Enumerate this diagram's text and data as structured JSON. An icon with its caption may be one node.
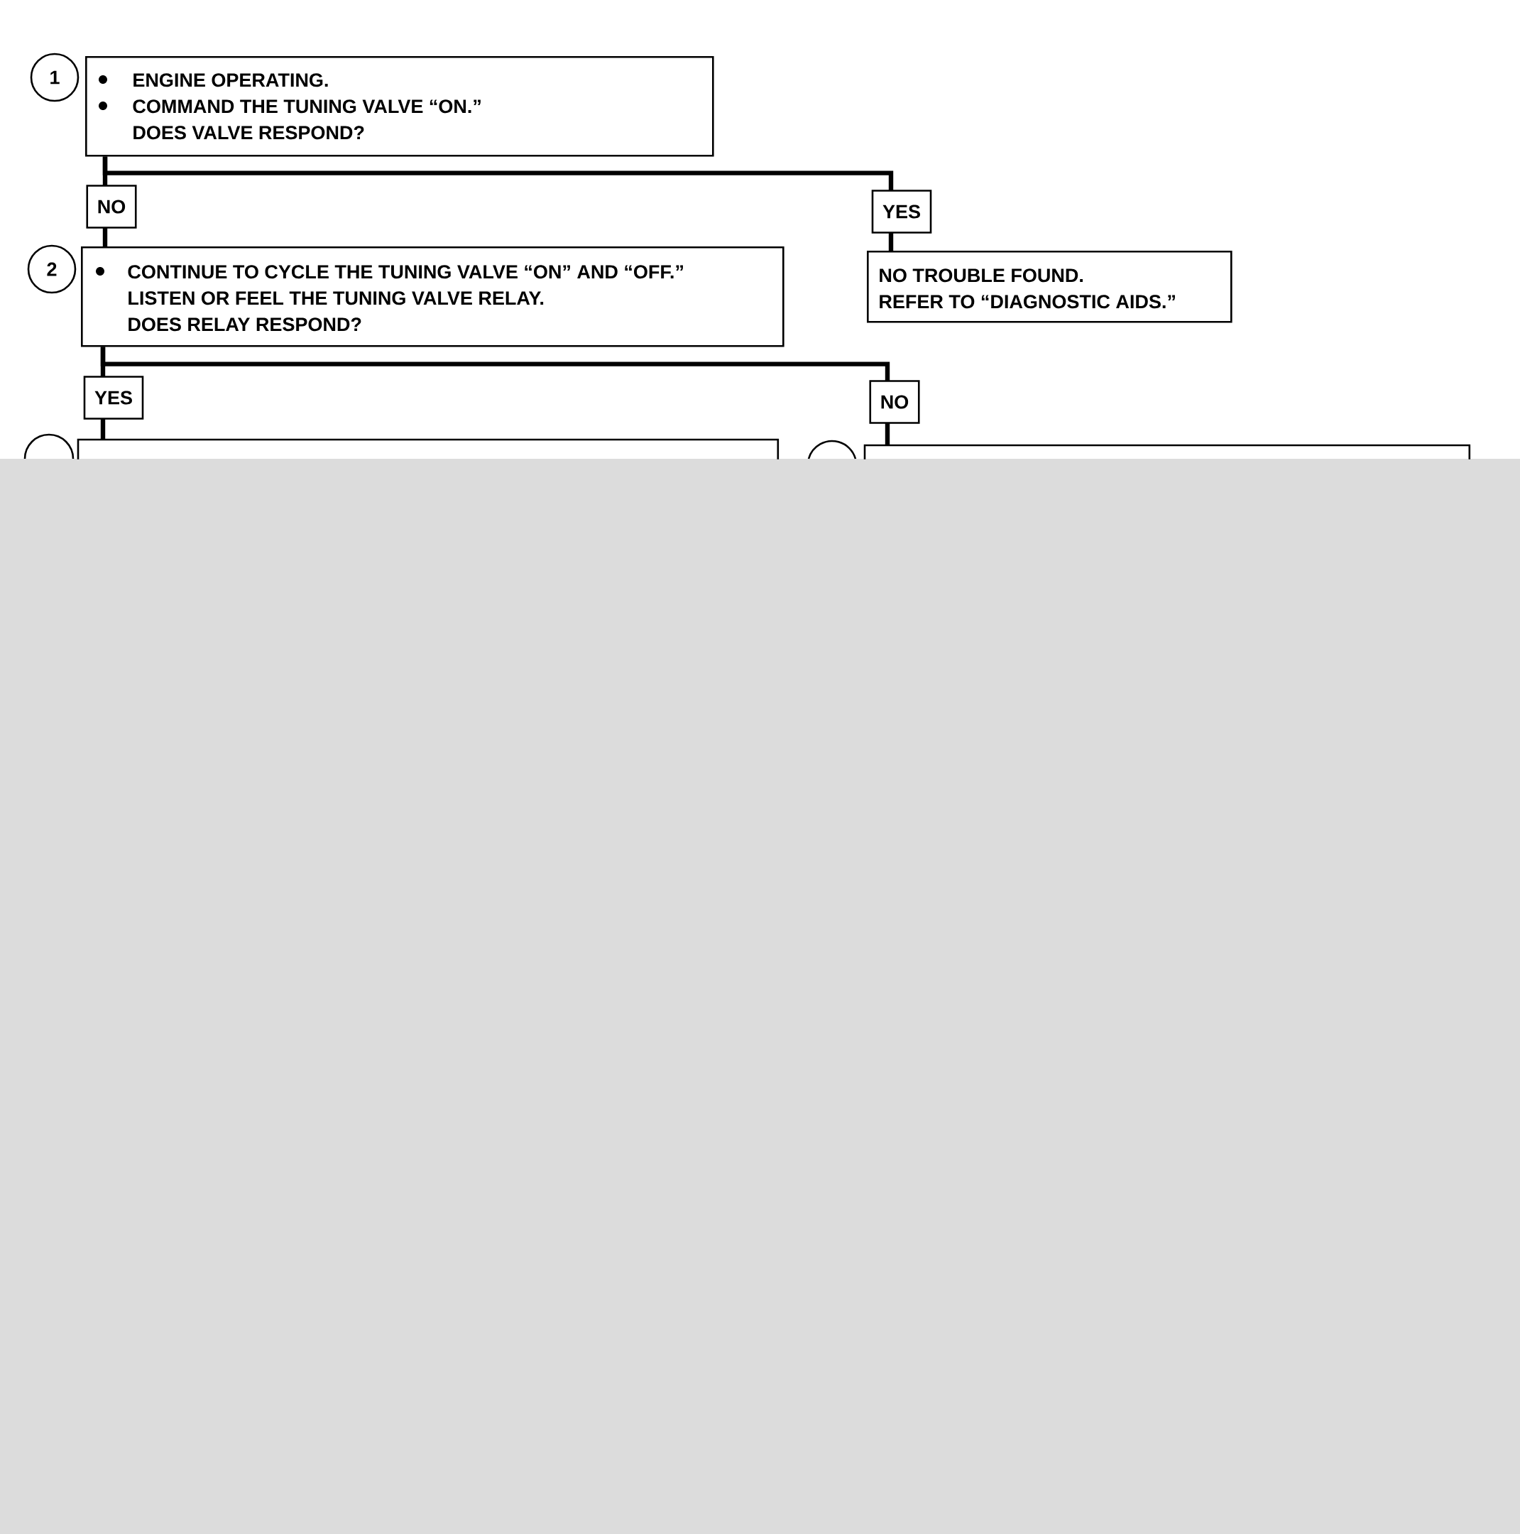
{
  "diagram": {
    "nodes": [
      {
        "text": [
          "1"
        ]
      },
      {
        "text": [
          "ENGINE OPERATING.",
          "COMMAND THE TUNING VALVE “ON.”",
          "DOES VALVE RESPOND?"
        ]
      },
      {
        "text": [
          "2"
        ]
      },
      {
        "text": [
          "CONTINUE TO CYCLE THE TUNING VALVE “ON” AND “OFF.”",
          "LISTEN OR FEEL THE TUNING VALVE RELAY.",
          "DOES RELAY RESPOND?"
        ]
      },
      {
        "text": [
          "NO TROUBLE FOUND.",
          "REFER TO “DIAGNOSTIC AIDS.”"
        ]
      },
      {
        "text": [],
        "shape": "circle"
      },
      {
        "text": [],
        "shape": "box"
      },
      {
        "text": [],
        "shape": "circle"
      },
      {
        "text": [],
        "shape": "box"
      }
    ],
    "edges": [
      {
        "from": 1,
        "to": 3,
        "arrow": "none",
        "label": "NO"
      },
      {
        "from": 1,
        "to": 4,
        "arrow": "none",
        "label": "YES"
      },
      {
        "from": 3,
        "to": 6,
        "arrow": "none",
        "label": "YES"
      },
      {
        "from": 3,
        "to": 8,
        "arrow": "none",
        "label": "NO"
      }
    ]
  }
}
